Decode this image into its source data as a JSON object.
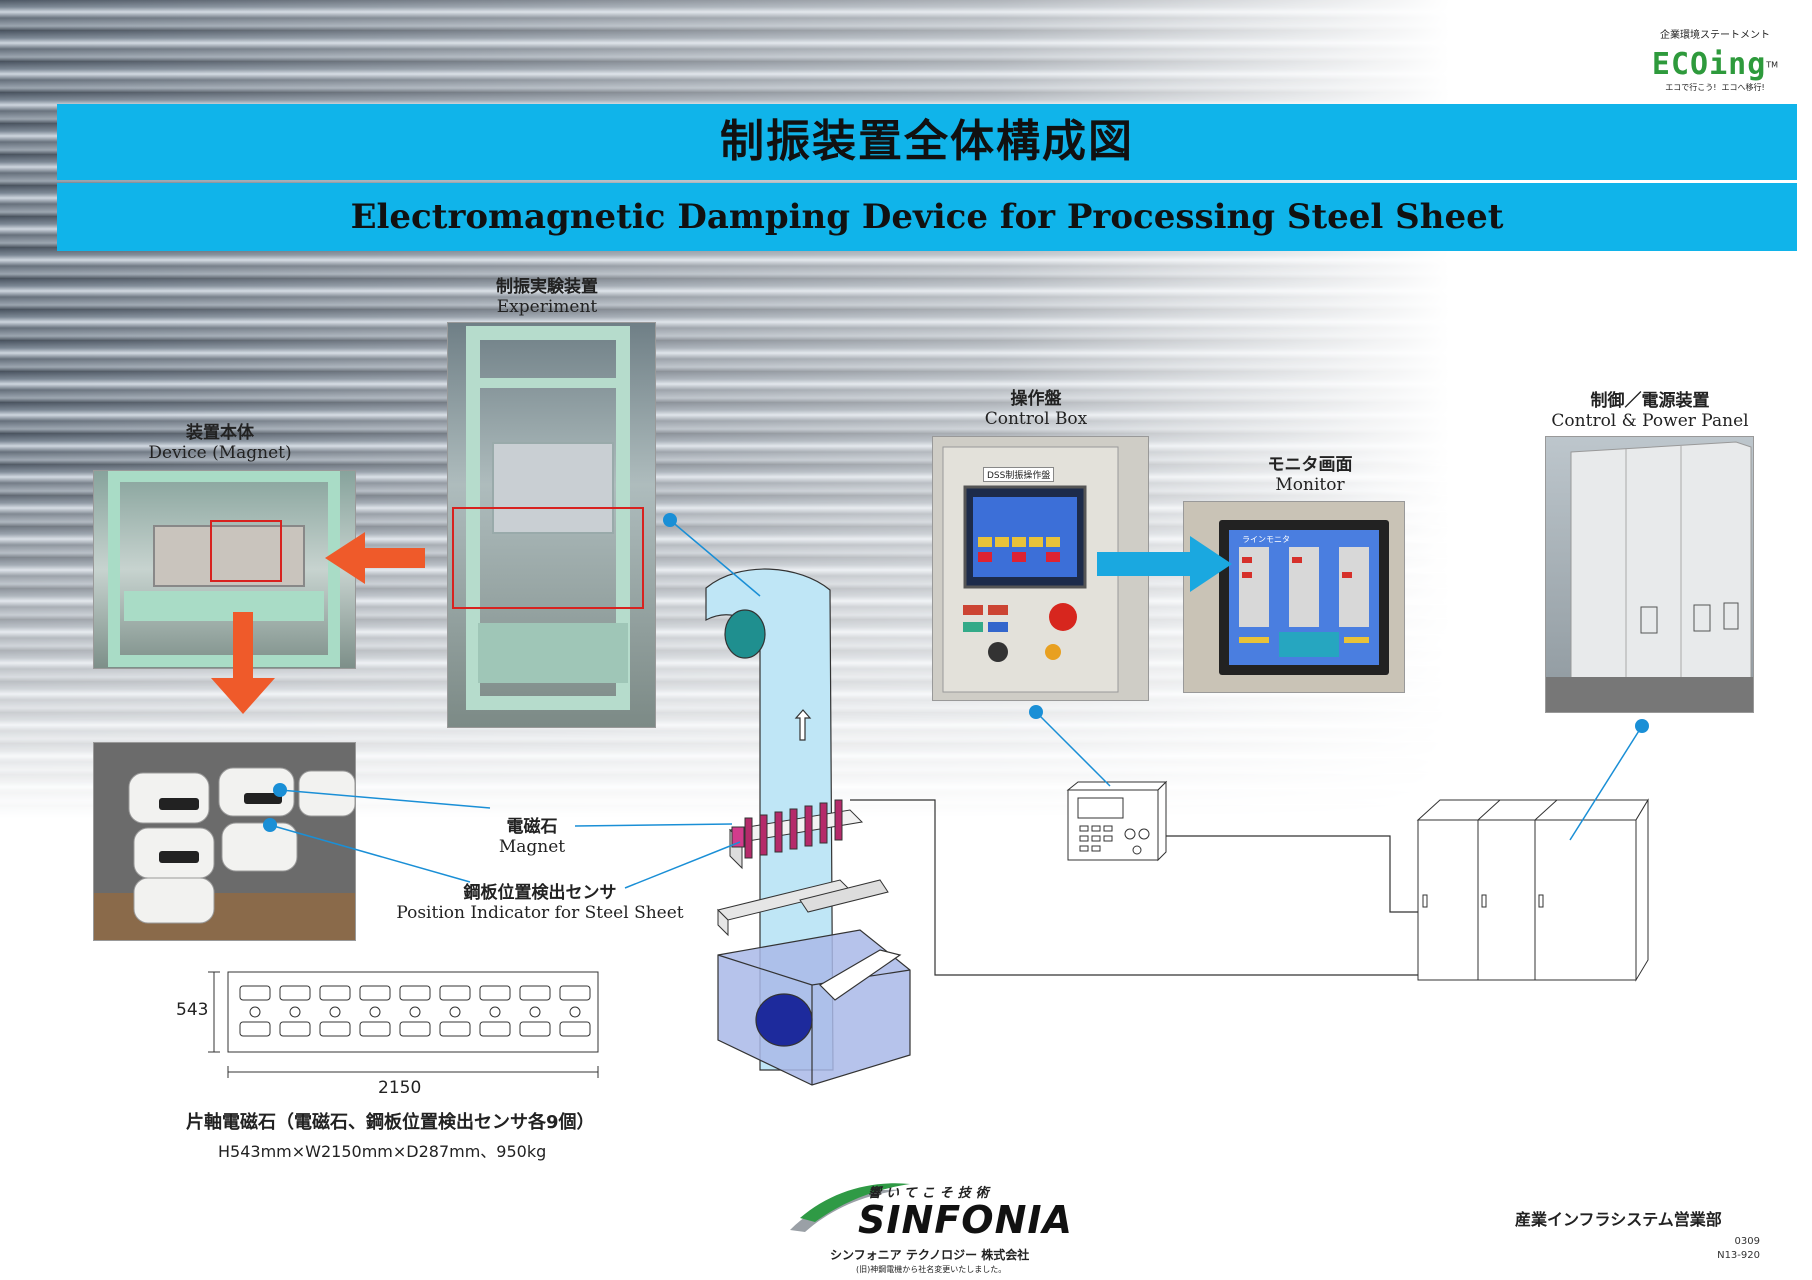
{
  "header": {
    "title_jp": "制振装置全体構成図",
    "title_en": "Electromagnetic Damping Device for Processing Steel Sheet"
  },
  "ecoing": {
    "caption": "企業環境ステートメント",
    "logo": "ECOing",
    "tm": "TM",
    "slogan_left": "エコで行こう!",
    "slogan_right": "エコへ移行!"
  },
  "labels": {
    "experiment": {
      "jp": "制振実験装置",
      "en": "Experiment"
    },
    "device": {
      "jp": "装置本体",
      "en": "Device (Magnet)"
    },
    "control_box": {
      "jp": "操作盤",
      "en": "Control Box"
    },
    "monitor": {
      "jp": "モニタ画面",
      "en": "Monitor"
    },
    "power_panel": {
      "jp": "制御／電源装置",
      "en": "Control & Power Panel"
    },
    "magnet": {
      "jp": "電磁石",
      "en": "Magnet"
    },
    "sensor": {
      "jp": "鋼板位置検出センサ",
      "en": "Position Indicator for Steel Sheet"
    }
  },
  "panel_screen_title": "DSS制振操作盤",
  "monitor_screen_title": "ラインモニタ",
  "dimensions": {
    "height": "543",
    "width": "2150",
    "caption": "片軸電磁石（電磁石、鋼板位置検出センサ各9個）",
    "spec": "H543mm×W2150mm×D287mm、950kg"
  },
  "footer": {
    "tagline": "響いてこそ技術",
    "brand": "SINFONIA",
    "company": "シンフォニア テクノロジー 株式会社",
    "note": "(旧)神鋼電機から社名変更いたしました。",
    "department": "産業インフラシステム営業部",
    "code1": "0309",
    "code2": "N13-920"
  },
  "colors": {
    "banner": "#10b4ea",
    "arrow_red": "#ef5a2a",
    "arrow_blue": "#1aa8e0",
    "callout": "#1a8fd6",
    "sheet": "#bfe6f6",
    "tank": "#a9b8e8"
  }
}
